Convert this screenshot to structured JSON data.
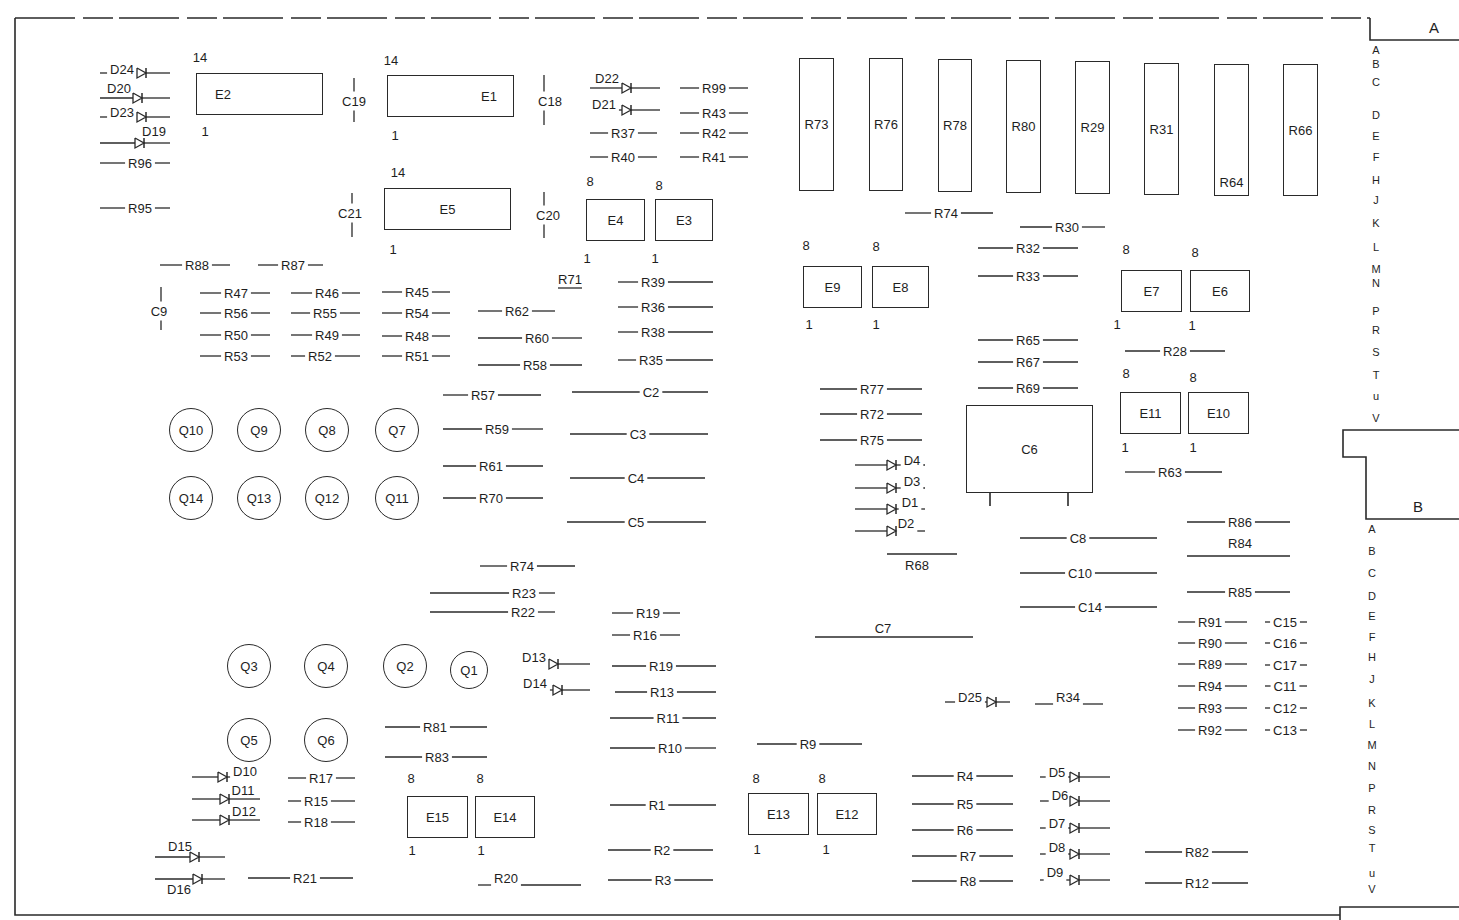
{
  "diagram": {
    "nodes": [
      {
        "text": [
          "E2"
        ]
      },
      {
        "text": [
          "E1"
        ]
      },
      {
        "text": [
          "R73"
        ]
      },
      {
        "text": [
          "R76"
        ]
      },
      {
        "text": [
          "R78"
        ]
      },
      {
        "text": [
          "R80"
        ]
      },
      {
        "text": [
          "R29"
        ]
      },
      {
        "text": [
          "R31"
        ]
      },
      {
        "text": [
          "R64"
        ]
      },
      {
        "text": [
          "R66"
        ]
      },
      {
        "text": [
          "E5"
        ]
      },
      {
        "text": [
          "E4"
        ]
      },
      {
        "text": [
          "E3"
        ]
      },
      {
        "text": [
          "E9"
        ]
      },
      {
        "text": [
          "E8"
        ]
      },
      {
        "text": [
          "E7"
        ]
      },
      {
        "text": [
          "E6"
        ]
      },
      {
        "text": [
          "E11"
        ]
      },
      {
        "text": [
          "E10"
        ]
      },
      {
        "text": [
          "C6"
        ]
      },
      {
        "text": [
          "Q10"
        ]
      },
      {
        "text": [
          "Q9"
        ]
      },
      {
        "text": [
          "Q8"
        ]
      },
      {
        "text": [
          "Q7"
        ]
      },
      {
        "text": [
          "Q14"
        ]
      },
      {
        "text": [
          "Q13"
        ]
      },
      {
        "text": [
          "Q12"
        ]
      },
      {
        "text": [
          "Q11"
        ]
      },
      {
        "text": [
          "Q3"
        ]
      },
      {
        "text": [
          "Q4"
        ]
      },
      {
        "text": [
          "Q2"
        ]
      },
      {
        "text": [
          "Q1"
        ]
      },
      {
        "text": [
          "Q5"
        ]
      },
      {
        "text": [
          "Q6"
        ]
      },
      {
        "text": [
          "E15"
        ]
      },
      {
        "text": [
          "E14"
        ]
      },
      {
        "text": [
          "E13"
        ]
      },
      {
        "text": [
          "E12"
        ]
      }
    ],
    "labels": [
      "14",
      "1",
      "14",
      "1",
      "14",
      "1",
      "8",
      "1",
      "8",
      "1",
      "8",
      "1",
      "8",
      "1",
      "8",
      "1",
      "8",
      "1",
      "8",
      "1",
      "8",
      "1",
      "8",
      "1",
      "8",
      "1",
      "8",
      "1",
      "8",
      "1",
      "D24",
      "D20",
      "D23",
      "D19",
      "R96",
      "R95",
      "C19",
      "C18",
      "C21",
      "C20",
      "D22",
      "D21",
      "R37",
      "R40",
      "R99",
      "R43",
      "R42",
      "R41",
      "R74",
      "R30",
      "R32",
      "R88",
      "R87",
      "R33",
      "R71",
      "R39",
      "R47",
      "R46",
      "R45",
      "R36",
      "C9",
      "R62",
      "R56",
      "R55",
      "R54",
      "R38",
      "R50",
      "R49",
      "R48",
      "R60",
      "R65",
      "R28",
      "R53",
      "R52",
      "R51",
      "R35",
      "R67",
      "R58",
      "R69",
      "R77",
      "C2",
      "R57",
      "R72",
      "R59",
      "C3",
      "R75",
      "D4",
      "R61",
      "R63",
      "C4",
      "D3",
      "R70",
      "D1",
      "R86",
      "C5",
      "D2",
      "C8",
      "R84",
      "R68",
      "R74",
      "C10",
      "R85",
      "R23",
      "C14",
      "R22",
      "R19",
      "R91",
      "C15",
      "C7",
      "R16",
      "R90",
      "C16",
      "D13",
      "R89",
      "C17",
      "R19",
      "D14",
      "R94",
      "C11",
      "R13",
      "D25",
      "R34",
      "R93",
      "C12",
      "R11",
      "R81",
      "R92",
      "C13",
      "R9",
      "R10",
      "R83",
      "D10",
      "D5",
      "R4",
      "R17",
      "D11",
      "D6",
      "R15",
      "R5",
      "R1",
      "D12",
      "R18",
      "D7",
      "R6",
      "D15",
      "D8",
      "R2",
      "R82",
      "R7",
      "D9",
      "R21",
      "R20",
      "R3",
      "R8",
      "R12",
      "D16",
      "A",
      "B",
      "C",
      "D",
      "E",
      "F",
      "H",
      "J",
      "K",
      "L",
      "M",
      "N",
      "P",
      "R",
      "S",
      "T",
      "u",
      "V",
      "A",
      "B",
      "C",
      "D",
      "E",
      "F",
      "H",
      "J",
      "K",
      "L",
      "M",
      "N",
      "P",
      "R",
      "S",
      "T",
      "u",
      "V",
      "A",
      "B"
    ]
  }
}
